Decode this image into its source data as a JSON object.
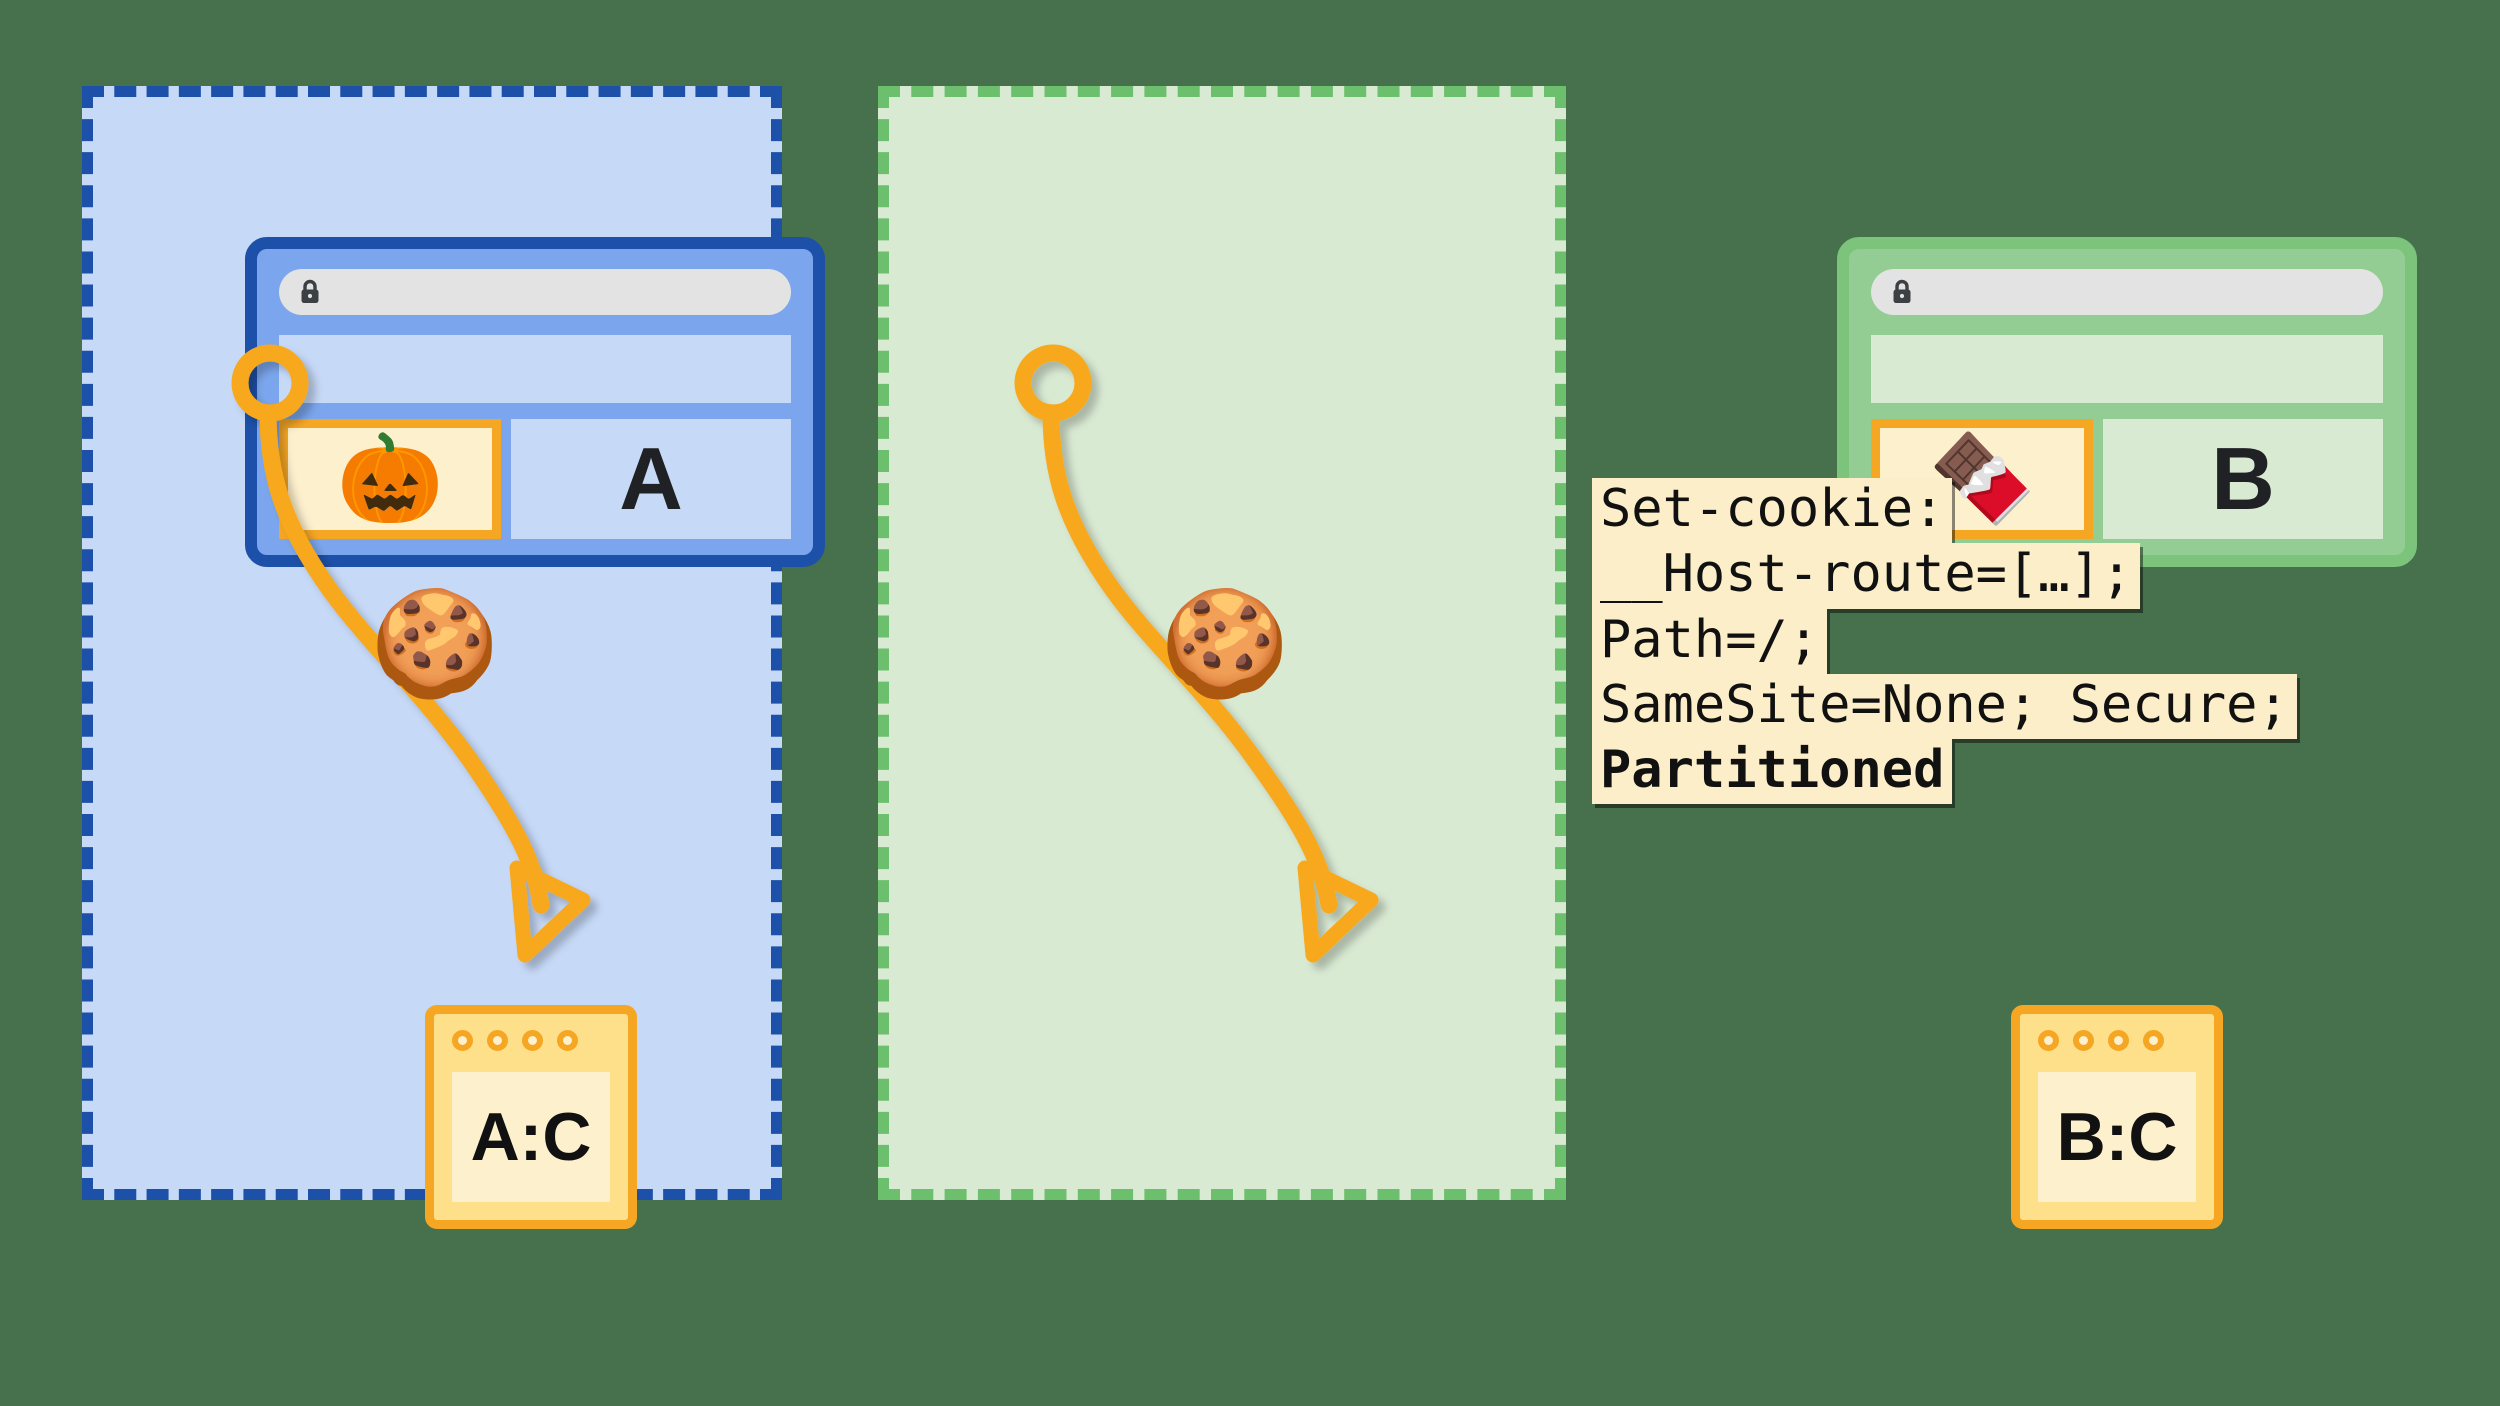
{
  "diagram": {
    "title": "Partitioned cookies (CHIPS) across two top-level sites",
    "background_color": "#47704d",
    "accent_color": "#f5a623"
  },
  "panels": [
    {
      "id": "site-a",
      "border_color": "#1d50a8",
      "fill_color": "#c6d9f7",
      "browser": {
        "chrome_color": "#7ba6ed",
        "address_bar": {
          "lock_icon": "lock-icon",
          "value": ""
        },
        "iframe": {
          "emoji": "🎃",
          "icon_name": "jack-o-lantern-icon",
          "border_color": "#f5a623"
        },
        "content_letter": "A"
      },
      "cookie": {
        "emoji": "🍪",
        "icon_name": "cookie-icon"
      },
      "storage": {
        "label": "A:C",
        "dots": 4
      }
    },
    {
      "id": "site-b",
      "border_color": "#6cbf6c",
      "fill_color": "#d9ead3",
      "browser": {
        "chrome_color": "#93cd93",
        "address_bar": {
          "lock_icon": "lock-icon",
          "value": ""
        },
        "iframe": {
          "emoji": "🍫",
          "icon_name": "chocolate-bar-icon",
          "border_color": "#f5a623"
        },
        "content_letter": "B"
      },
      "cookie": {
        "emoji": "🍪",
        "icon_name": "cookie-icon"
      },
      "storage": {
        "label": "B:C",
        "dots": 4
      }
    }
  ],
  "code_block": {
    "background_color": "#fbeec8",
    "lines": [
      {
        "text": "Set-cookie:",
        "bold": false
      },
      {
        "text": "__Host-route=[…];",
        "bold": false
      },
      {
        "text": "Path=/;",
        "bold": false
      },
      {
        "text": "SameSite=None; Secure;",
        "bold": false
      },
      {
        "text": "Partitioned",
        "bold": true
      }
    ]
  }
}
